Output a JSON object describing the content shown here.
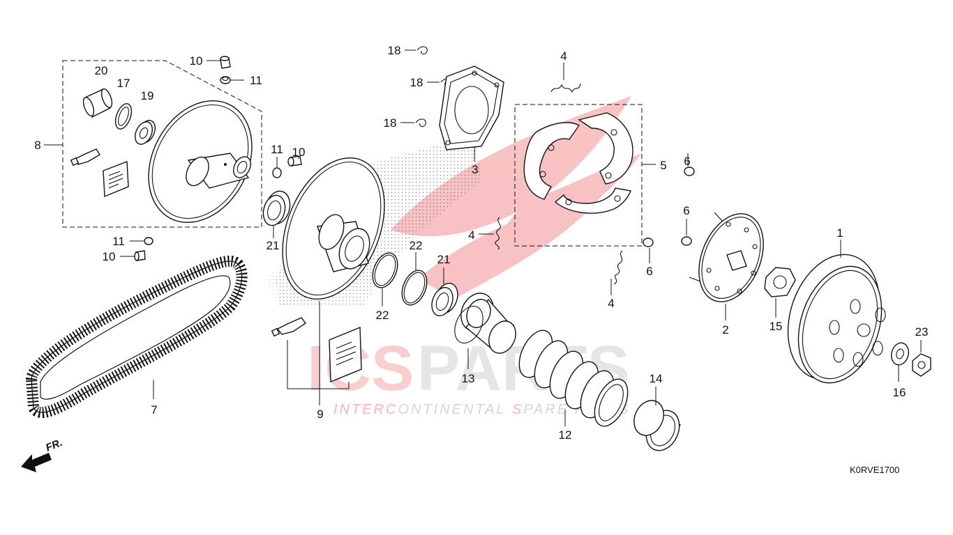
{
  "diagram_code": "K0RVE1700",
  "direction_marker": "FR.",
  "watermark": {
    "brand_left": "ICS",
    "brand_right": "PARTS",
    "tagline_red_1": "INTERC",
    "tagline_gray_1": "ONTINENTAL ",
    "tagline_red_2": "S",
    "tagline_gray_2": "PARE PARTS",
    "brand_color": "#e8262b",
    "gray_color": "#9a9a9a"
  },
  "callouts": {
    "p1": "1",
    "p2": "2",
    "p3": "3",
    "p4a": "4",
    "p4b": "4",
    "p4c": "4",
    "p5": "5",
    "p6a": "6",
    "p6b": "6",
    "p6c": "6",
    "p7": "7",
    "p8": "8",
    "p9": "9",
    "p10a": "10",
    "p10b": "10",
    "p10c": "10",
    "p11a": "11",
    "p11b": "11",
    "p11c": "11",
    "p12": "12",
    "p13": "13",
    "p14": "14",
    "p15": "15",
    "p16": "16",
    "p17": "17",
    "p18a": "18",
    "p18b": "18",
    "p18c": "18",
    "p19": "19",
    "p20": "20",
    "p21a": "21",
    "p21b": "21",
    "p22a": "22",
    "p22b": "22",
    "p23": "23"
  },
  "icons": [
    "front-arrow-icon",
    "grease-tube-icon",
    "instruction-sheet-icon"
  ]
}
